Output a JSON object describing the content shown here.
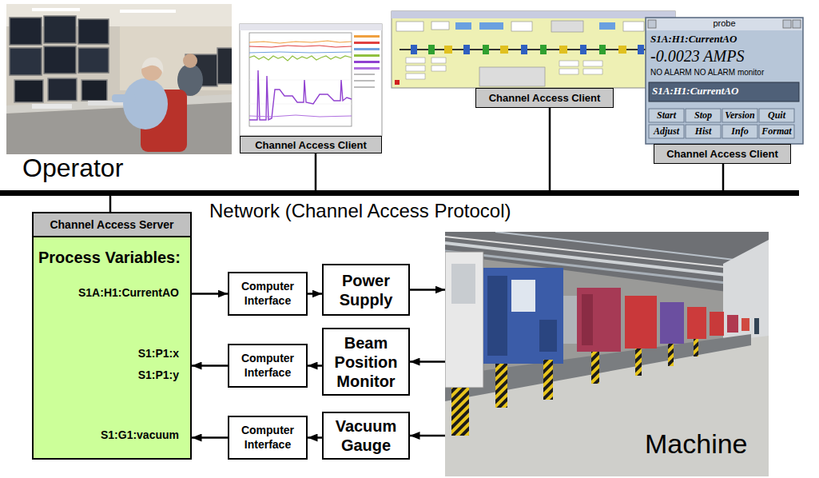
{
  "diagram": {
    "nodes": [
      {
        "text": [
          "Channel Access Client"
        ]
      },
      {
        "text": [
          "Channel Access Client"
        ]
      },
      {
        "text": [
          "Channel Access Client"
        ]
      },
      {
        "text": [
          "Network (Channel Access Protocol)"
        ]
      },
      {
        "text": [
          "Channel Access Server",
          "Process Variables:",
          "S1A:H1:CurrentAO",
          "S1:P1:x",
          "S1:P1:y",
          "S1:G1:vacuum"
        ]
      },
      {
        "text": [
          "Computer Interface"
        ]
      },
      {
        "text": [
          "Power Supply"
        ]
      },
      {
        "text": [
          "Computer Interface"
        ]
      },
      {
        "text": [
          "Beam Position Monitor"
        ]
      },
      {
        "text": [
          "Computer Interface"
        ]
      },
      {
        "text": [
          "Vacuum Gauge"
        ]
      },
      {
        "text": [
          "Machine"
        ]
      }
    ],
    "edges": [
      {
        "from": 0,
        "to": 3,
        "arrow": "none"
      },
      {
        "from": 1,
        "to": 3,
        "arrow": "none"
      },
      {
        "from": 2,
        "to": 3,
        "arrow": "none"
      },
      {
        "from": 4,
        "to": 3,
        "arrow": "none"
      },
      {
        "from": 4,
        "to": 5,
        "arrow": "to"
      },
      {
        "from": 5,
        "to": 6,
        "arrow": "to"
      },
      {
        "from": 6,
        "to": 11,
        "arrow": "to"
      },
      {
        "from": 11,
        "to": 8,
        "arrow": "to"
      },
      {
        "from": 8,
        "to": 7,
        "arrow": "to"
      },
      {
        "from": 7,
        "to": 4,
        "arrow": "to"
      },
      {
        "from": 11,
        "to": 10,
        "arrow": "to"
      },
      {
        "from": 10,
        "to": 9,
        "arrow": "to"
      },
      {
        "from": 9,
        "to": 4,
        "arrow": "to"
      }
    ],
    "labels": [
      "Operator",
      "probe",
      "S1A:H1:CurrentAO",
      "-0.0023 AMPS",
      "NO ALARM NO ALARM monitor",
      "S1A:H1:CurrentAO",
      "Start",
      "Stop",
      "Version",
      "Quit",
      "Adjust",
      "Hist",
      "Info",
      "Format"
    ]
  }
}
